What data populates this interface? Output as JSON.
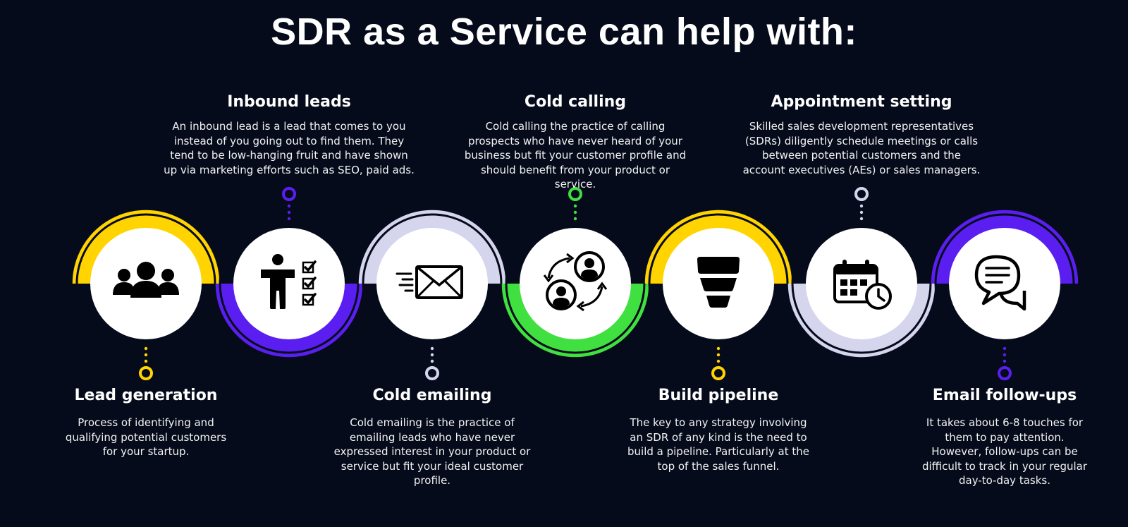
{
  "title": "SDR as a Service can help with:",
  "colors": {
    "background": "#060b1b",
    "yellow": "#ffd400",
    "purple": "#5a1ff0",
    "lavender": "#d5d5ee",
    "green": "#40e040"
  },
  "steps": [
    {
      "name": "Lead generation",
      "description": "Process of identifying and qualifying potential customers for your startup.",
      "icon": "people-group-icon",
      "color": "yellow",
      "position": "bottom"
    },
    {
      "name": "Inbound leads",
      "description": "An inbound lead is a lead that comes to you instead of you going out to find them. They tend to be low-hanging fruit and have shown up via marketing efforts such as SEO, paid ads.",
      "icon": "person-checklist-icon",
      "color": "purple",
      "position": "top"
    },
    {
      "name": "Cold emailing",
      "description": "Cold emailing is the practice of emailing leads who have never expressed interest in your product or service but fit your ideal customer profile.",
      "icon": "envelope-icon",
      "color": "lavender",
      "position": "bottom"
    },
    {
      "name": "Cold calling",
      "description": "Cold calling the practice of calling prospects who have never heard of your business but fit your customer profile and should benefit from your product or service.",
      "icon": "user-exchange-icon",
      "color": "green",
      "position": "top"
    },
    {
      "name": "Build pipeline",
      "description": "The key to any strategy involving an SDR of any kind is the need to build a pipeline. Particularly at the top of the sales funnel.",
      "icon": "funnel-icon",
      "color": "yellow",
      "position": "bottom"
    },
    {
      "name": "Appointment setting",
      "description": "Skilled sales development representatives (SDRs) diligently schedule meetings or calls between potential customers and the account executives (AEs) or sales managers.",
      "icon": "calendar-clock-icon",
      "color": "lavender",
      "position": "top"
    },
    {
      "name": "Email follow-ups",
      "description": "It takes about 6-8 touches for them to pay attention. However, follow-ups can be difficult to track in your regular day-to-day tasks.",
      "icon": "chat-bubbles-icon",
      "color": "purple",
      "position": "bottom"
    }
  ]
}
